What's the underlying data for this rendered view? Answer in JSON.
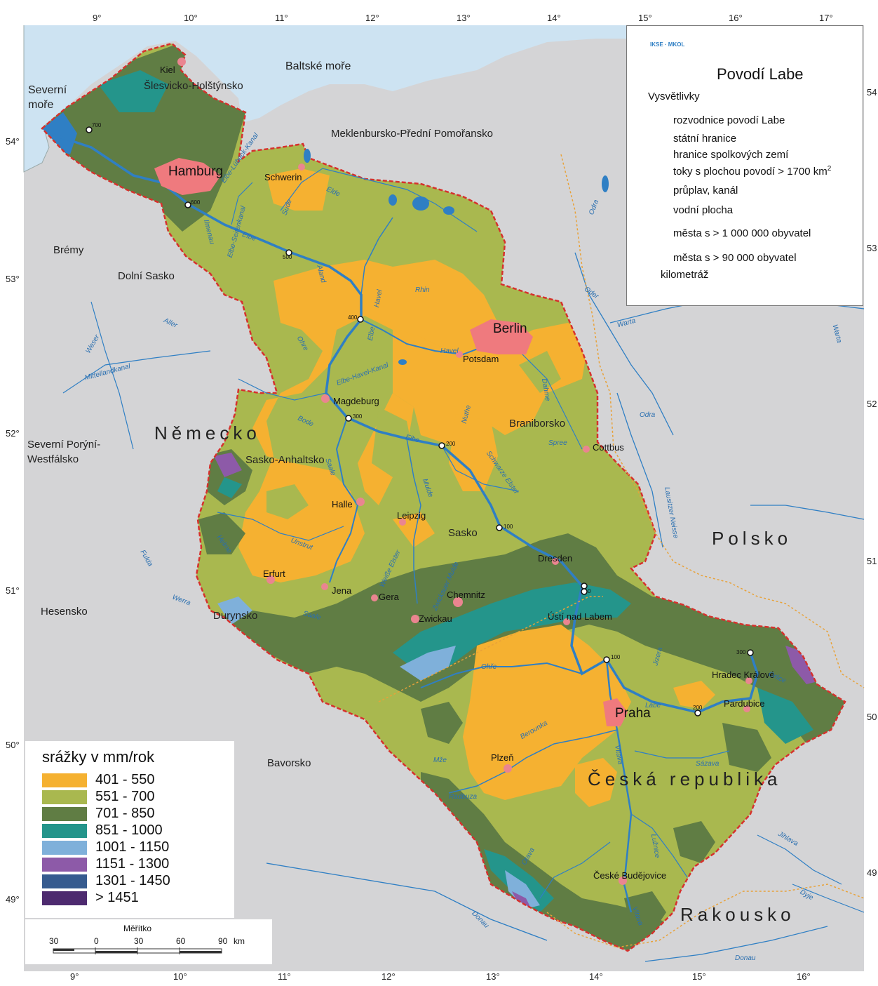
{
  "coords": {
    "top": [
      "9°",
      "10°",
      "11°",
      "12°",
      "13°",
      "14°",
      "15°",
      "16°",
      "17°"
    ],
    "bottom": [
      "9°",
      "10°",
      "11°",
      "12°",
      "13°",
      "14°",
      "15°",
      "16°"
    ],
    "left": [
      "54°",
      "53°",
      "52°",
      "51°",
      "50°",
      "49°"
    ],
    "right": [
      "54",
      "53",
      "52",
      "51",
      "50",
      "49"
    ]
  },
  "seas": {
    "north_1": "Severní",
    "north_2": "moře",
    "baltic": "Baltské moře"
  },
  "regions": {
    "schleswig": "Šlesvicko-Holštýnsko",
    "mecklenburg": "Meklenbursko-Přední Pomořansko",
    "bremen": "Brémy",
    "lower_saxony": "Dolní Sasko",
    "nrw_1": "Severní Porýní-",
    "nrw_2": "Westfálsko",
    "saxony_anhalt": "Sasko-Anhaltsko",
    "brandenburg": "Braniborsko",
    "saxony": "Sasko",
    "thuringia": "Durynsko",
    "hesse": "Hesensko",
    "bavaria": "Bavorsko"
  },
  "countries": {
    "germany": "Německo",
    "poland": "Polsko",
    "czech": "Česká republika",
    "austria": "Rakousko"
  },
  "cities": {
    "kiel": "Kiel",
    "hamburg": "Hamburg",
    "schwerin": "Schwerin",
    "berlin": "Berlin",
    "potsdam": "Potsdam",
    "magdeburg": "Magdeburg",
    "cottbus": "Cottbus",
    "halle": "Halle",
    "leipzig": "Leipzig",
    "dresden": "Dresden",
    "erfurt": "Erfurt",
    "jena": "Jena",
    "gera": "Gera",
    "chemnitz": "Chemnitz",
    "zwickau": "Zwickau",
    "usti": "Ústí nad Labem",
    "hradec": "Hradec Králové",
    "pardubice": "Pardubice",
    "praha": "Praha",
    "plzen": "Plzeň",
    "budejovice": "České Budějovice"
  },
  "rivers": {
    "elbe1": "Elbe",
    "elbe2": "Elbe",
    "elbe3": "Elbe",
    "labe": "Labe",
    "havel": "Havel",
    "havel2": "Havel",
    "saale": "Saale",
    "mulde": "Mulde",
    "elster": "Schwarze Elster",
    "spree": "Spree",
    "oder": "Oder",
    "odra": "Odra",
    "odra2": "Odra",
    "warta": "Warta",
    "warta2": "Warta",
    "nisse": "Lausitzer Neisse",
    "vltava": "Vltava",
    "vltava2": "Vltava",
    "ohre": "Ohře",
    "ohre2": "Ohre",
    "jizera": "Jizera",
    "sazava": "Sázava",
    "berounka": "Berounka",
    "mze": "Mže",
    "radbuza": "Radbuza",
    "otava": "Otava",
    "luznice": "Lužnice",
    "dyje": "Dyje",
    "jihlava": "Jihlava",
    "donau": "Donau",
    "donau2": "Donau",
    "weser": "Weser",
    "aller": "Aller",
    "fulda": "Fulda",
    "werra": "Werra",
    "unstrut": "Unstrut",
    "bode": "Bode",
    "ilmenau": "Ilmenau",
    "jeetzel": "Aland",
    "elde": "Elde",
    "sude": "Sude",
    "rhin": "Rhin",
    "nuthe": "Nuthe",
    "dahme": "Dahme",
    "mittelland": "Mittellandkanal",
    "elbehavel": "Elbe-Havel-Kanal",
    "elbelubeck": "Elbe-Lübeck-Kanal",
    "elbeseiten": "Elbe-Seitenkanal",
    "zmulde": "Zwickauer Mulde",
    "wpelster": "Weiße Elster",
    "orlice": "Orlice",
    "helme": "Helme",
    "saale2": "Saale"
  },
  "km_labels": [
    "700",
    "600",
    "500",
    "400",
    "300",
    "200",
    "100",
    "0",
    "100",
    "200",
    "300"
  ],
  "legend": {
    "logo_text": "IKSE · MKOL",
    "title": "Povodí Labe",
    "subtitle": "Vysvětlivky",
    "items": [
      "rozvodnice povodí Labe",
      "státní hranice",
      "hranice spolkových zemí",
      "toky s plochou povodí  > 1700 km",
      "průplav, kanál",
      "vodní plocha",
      "města s  > 1 000 000 obyvatel",
      "města s  > 90 000 obyvatel",
      "kilometráž"
    ],
    "superscript": "2"
  },
  "precip_legend": {
    "title": "srážky v mm/rok",
    "classes": [
      {
        "label": "401 - 550",
        "color": "#f5b131"
      },
      {
        "label": "551 - 700",
        "color": "#a9b84f"
      },
      {
        "label": "701 - 850",
        "color": "#607d44"
      },
      {
        "label": "851 - 1000",
        "color": "#24958b"
      },
      {
        "label": "1001 - 1150",
        "color": "#7fb0da"
      },
      {
        "label": "1151 - 1300",
        "color": "#8d5aa8"
      },
      {
        "label": "1301 - 1450",
        "color": "#365b8f"
      },
      {
        "label": "> 1451",
        "color": "#4d2a6f"
      }
    ]
  },
  "scale": {
    "title": "Měřítko",
    "ticks": [
      "30",
      "0",
      "30",
      "60",
      "90"
    ],
    "unit": "km"
  },
  "colors": {
    "water": "#cde3f2",
    "land_outside": "#d4d4d6",
    "river": "#2f7fc4",
    "divide": "#d6312d",
    "city_big": "#ef7a7e",
    "city": "#ea8590"
  }
}
